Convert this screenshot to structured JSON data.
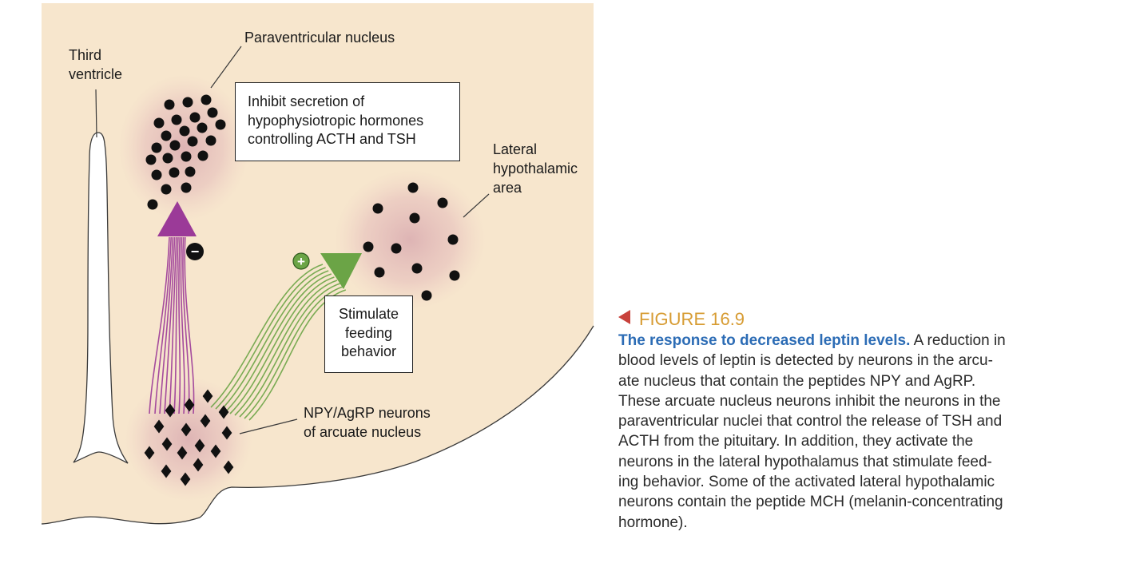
{
  "labels": {
    "third_ventricle": [
      "Third",
      "ventricle"
    ],
    "paraventricular": "Paraventricular nucleus",
    "lateral_area": [
      "Lateral",
      "hypothalamic",
      "area"
    ],
    "arcuate": [
      "NPY/AgRP neurons",
      "of arcuate nucleus"
    ]
  },
  "boxes": {
    "inhibit": [
      "Inhibit secretion of",
      "hypophysiotropic hormones",
      "controlling ACTH and TSH"
    ],
    "stimulate": [
      "Stimulate",
      "feeding",
      "behavior"
    ]
  },
  "signs": {
    "inhibit_sign": "−",
    "stimulate_sign": "+"
  },
  "colors": {
    "tissue": "#f7e6cd",
    "outline": "#3a3a3a",
    "inhibitory_arrow": "#9b3a98",
    "stimulatory_arrow": "#6ba446",
    "neuron_halo": "#c98ba0",
    "figure_label": "#d79c33",
    "figure_marker": "#c8413b",
    "caption_title": "#2c6cb5"
  },
  "caption": {
    "figure_label": "FIGURE 16.9",
    "title": "The response to decreased leptin levels.",
    "first_line_rest": " A reduction in",
    "lines": [
      "blood levels of leptin is detected by neurons in the arcu-",
      "ate nucleus that contain the peptides NPY and AgRP.",
      "These arcuate nucleus neurons inhibit the neurons in the",
      "paraventricular nuclei that control the release of TSH and",
      "ACTH from the pituitary. In addition, they activate the",
      "neurons in the lateral hypothalamus that stimulate feed-",
      "ing behavior. Some of the activated lateral hypothalamic",
      "neurons contain the peptide MCH (melanin-concentrating",
      "hormone)."
    ]
  }
}
